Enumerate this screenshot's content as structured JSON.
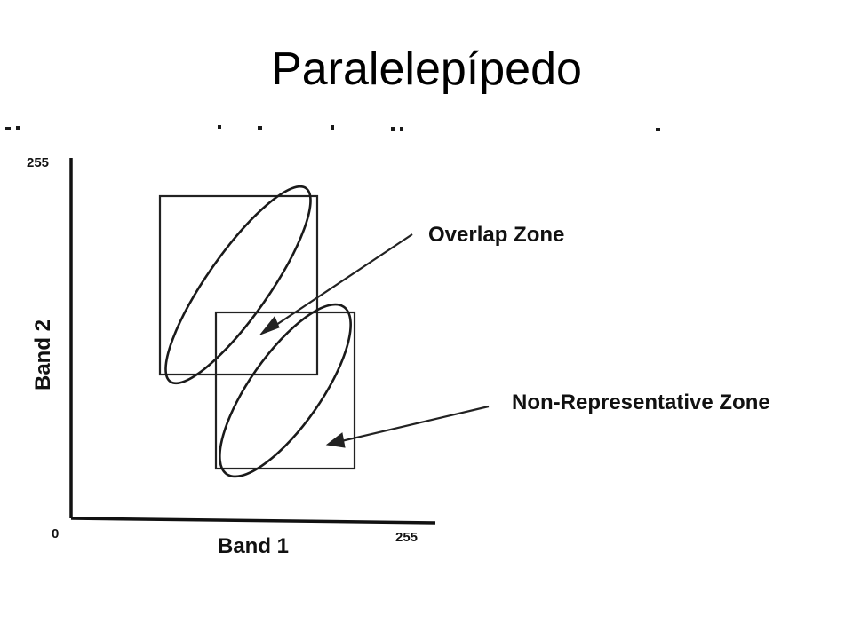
{
  "slide": {
    "title": "Paralelepípedo"
  },
  "diagram": {
    "y_axis_label": "Band 2",
    "x_axis_label": "Band 1",
    "y_max_tick": "255",
    "x_max_tick": "255",
    "origin_tick": "0",
    "annotations": {
      "overlap": "Overlap Zone",
      "non_representative": "Non-Representative Zone"
    }
  }
}
